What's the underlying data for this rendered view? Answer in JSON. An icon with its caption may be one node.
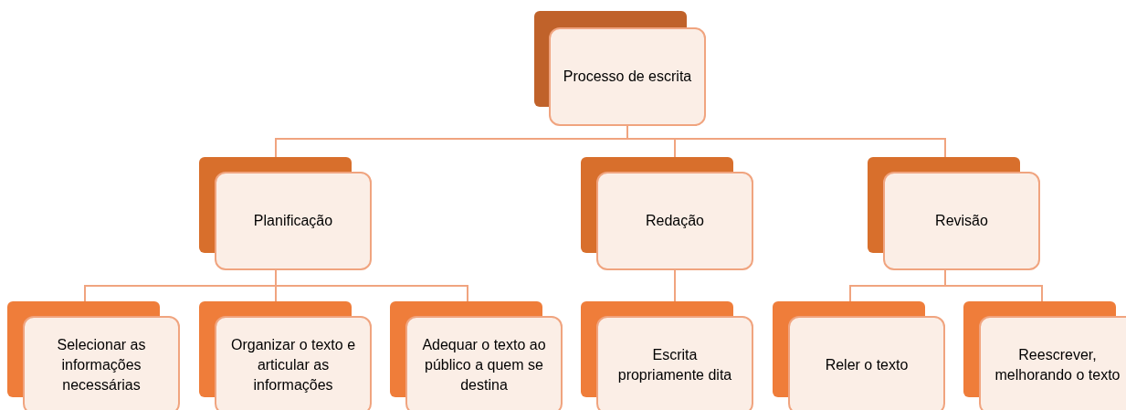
{
  "diagram": {
    "nodes": [
      {
        "text": [
          "Processo de escrita"
        ]
      },
      {
        "text": [
          "Planificação"
        ]
      },
      {
        "text": [
          "Redação"
        ]
      },
      {
        "text": [
          "Revisão"
        ]
      },
      {
        "text": [
          "Selecionar as informações necessárias"
        ]
      },
      {
        "text": [
          "Organizar o texto e articular as informações"
        ]
      },
      {
        "text": [
          "Adequar o texto ao público a quem se destina"
        ]
      },
      {
        "text": [
          "Escrita propriamente dita"
        ]
      },
      {
        "text": [
          "Reler o texto"
        ]
      },
      {
        "text": [
          "Reescrever, melhorando o texto"
        ]
      }
    ],
    "edges": [
      {
        "from": 0,
        "to": 1,
        "arrow": "none"
      },
      {
        "from": 0,
        "to": 2,
        "arrow": "none"
      },
      {
        "from": 0,
        "to": 3,
        "arrow": "none"
      },
      {
        "from": 1,
        "to": 4,
        "arrow": "none"
      },
      {
        "from": 1,
        "to": 5,
        "arrow": "none"
      },
      {
        "from": 1,
        "to": 6,
        "arrow": "none"
      },
      {
        "from": 2,
        "to": 7,
        "arrow": "none"
      },
      {
        "from": 3,
        "to": 8,
        "arrow": "none"
      },
      {
        "from": 3,
        "to": 9,
        "arrow": "none"
      }
    ]
  }
}
